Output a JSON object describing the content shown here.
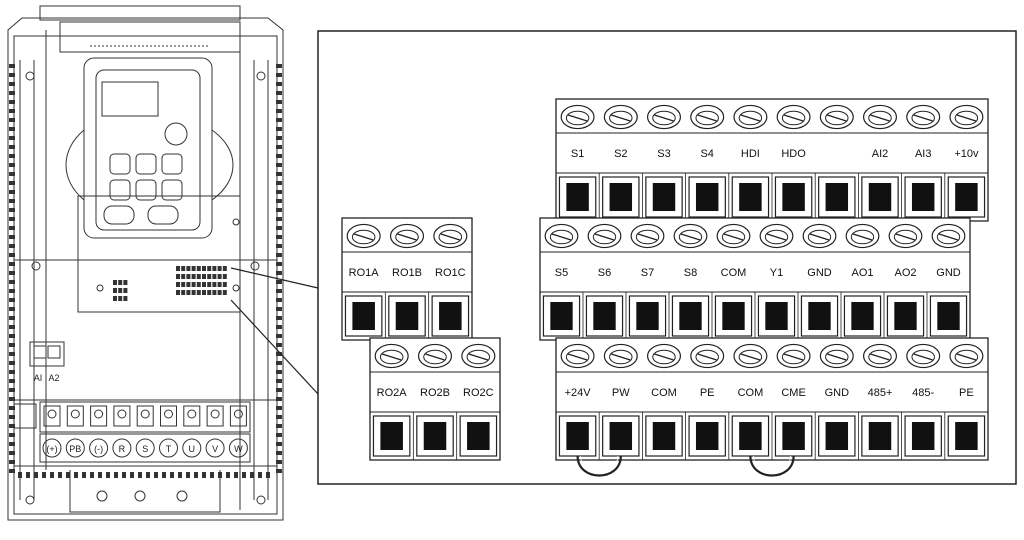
{
  "inverter": {
    "jumper_labels": [
      "AI",
      "A2"
    ],
    "power_terminals": [
      "(+)",
      "PB",
      "(-)",
      "R",
      "S",
      "T",
      "U",
      "V",
      "W"
    ]
  },
  "relay_block_1": {
    "labels": [
      "RO1A",
      "RO1B",
      "RO1C"
    ]
  },
  "relay_block_2": {
    "labels": [
      "RO2A",
      "RO2B",
      "RO2C"
    ]
  },
  "control_row_1": {
    "labels": [
      "S1",
      "S2",
      "S3",
      "S4",
      "HDI",
      "HDO",
      "",
      "AI2",
      "AI3",
      "+10v"
    ]
  },
  "control_row_2": {
    "labels": [
      "S5",
      "S6",
      "S7",
      "S8",
      "COM",
      "Y1",
      "GND",
      "AO1",
      "AO2",
      "GND"
    ]
  },
  "control_row_3": {
    "labels": [
      "+24V",
      "PW",
      "COM",
      "PE",
      "COM",
      "CME",
      "GND",
      "485+",
      "485-",
      "PE"
    ]
  }
}
